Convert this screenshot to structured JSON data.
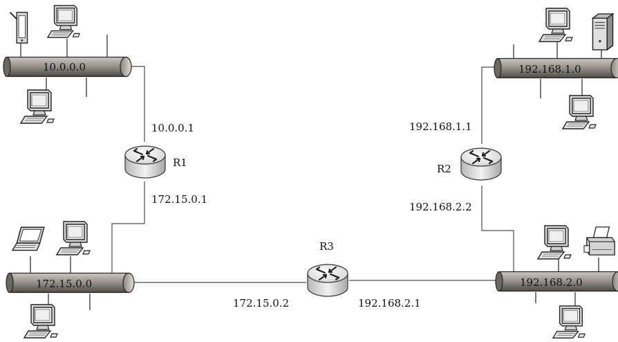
{
  "networks": {
    "n10": {
      "label": "10.0.0.0"
    },
    "n172": {
      "label": "172.15.0.0"
    },
    "n1921": {
      "label": "192.168.1.0"
    },
    "n1922": {
      "label": "192.168.2.0"
    }
  },
  "routers": {
    "r1": {
      "name": "R1"
    },
    "r2": {
      "name": "R2"
    },
    "r3": {
      "name": "R3"
    }
  },
  "interfaces": {
    "r1_top": "10.0.0.1",
    "r1_bottom": "172.15.0.1",
    "r2_top": "192.168.1.1",
    "r2_bottom": "192.168.2.2",
    "r3_left": "172.15.0.2",
    "r3_right": "192.168.2.1"
  },
  "colors": {
    "bus": "#9a9590",
    "bus_dark": "#3a3835",
    "wire": "#4a4a4a"
  }
}
